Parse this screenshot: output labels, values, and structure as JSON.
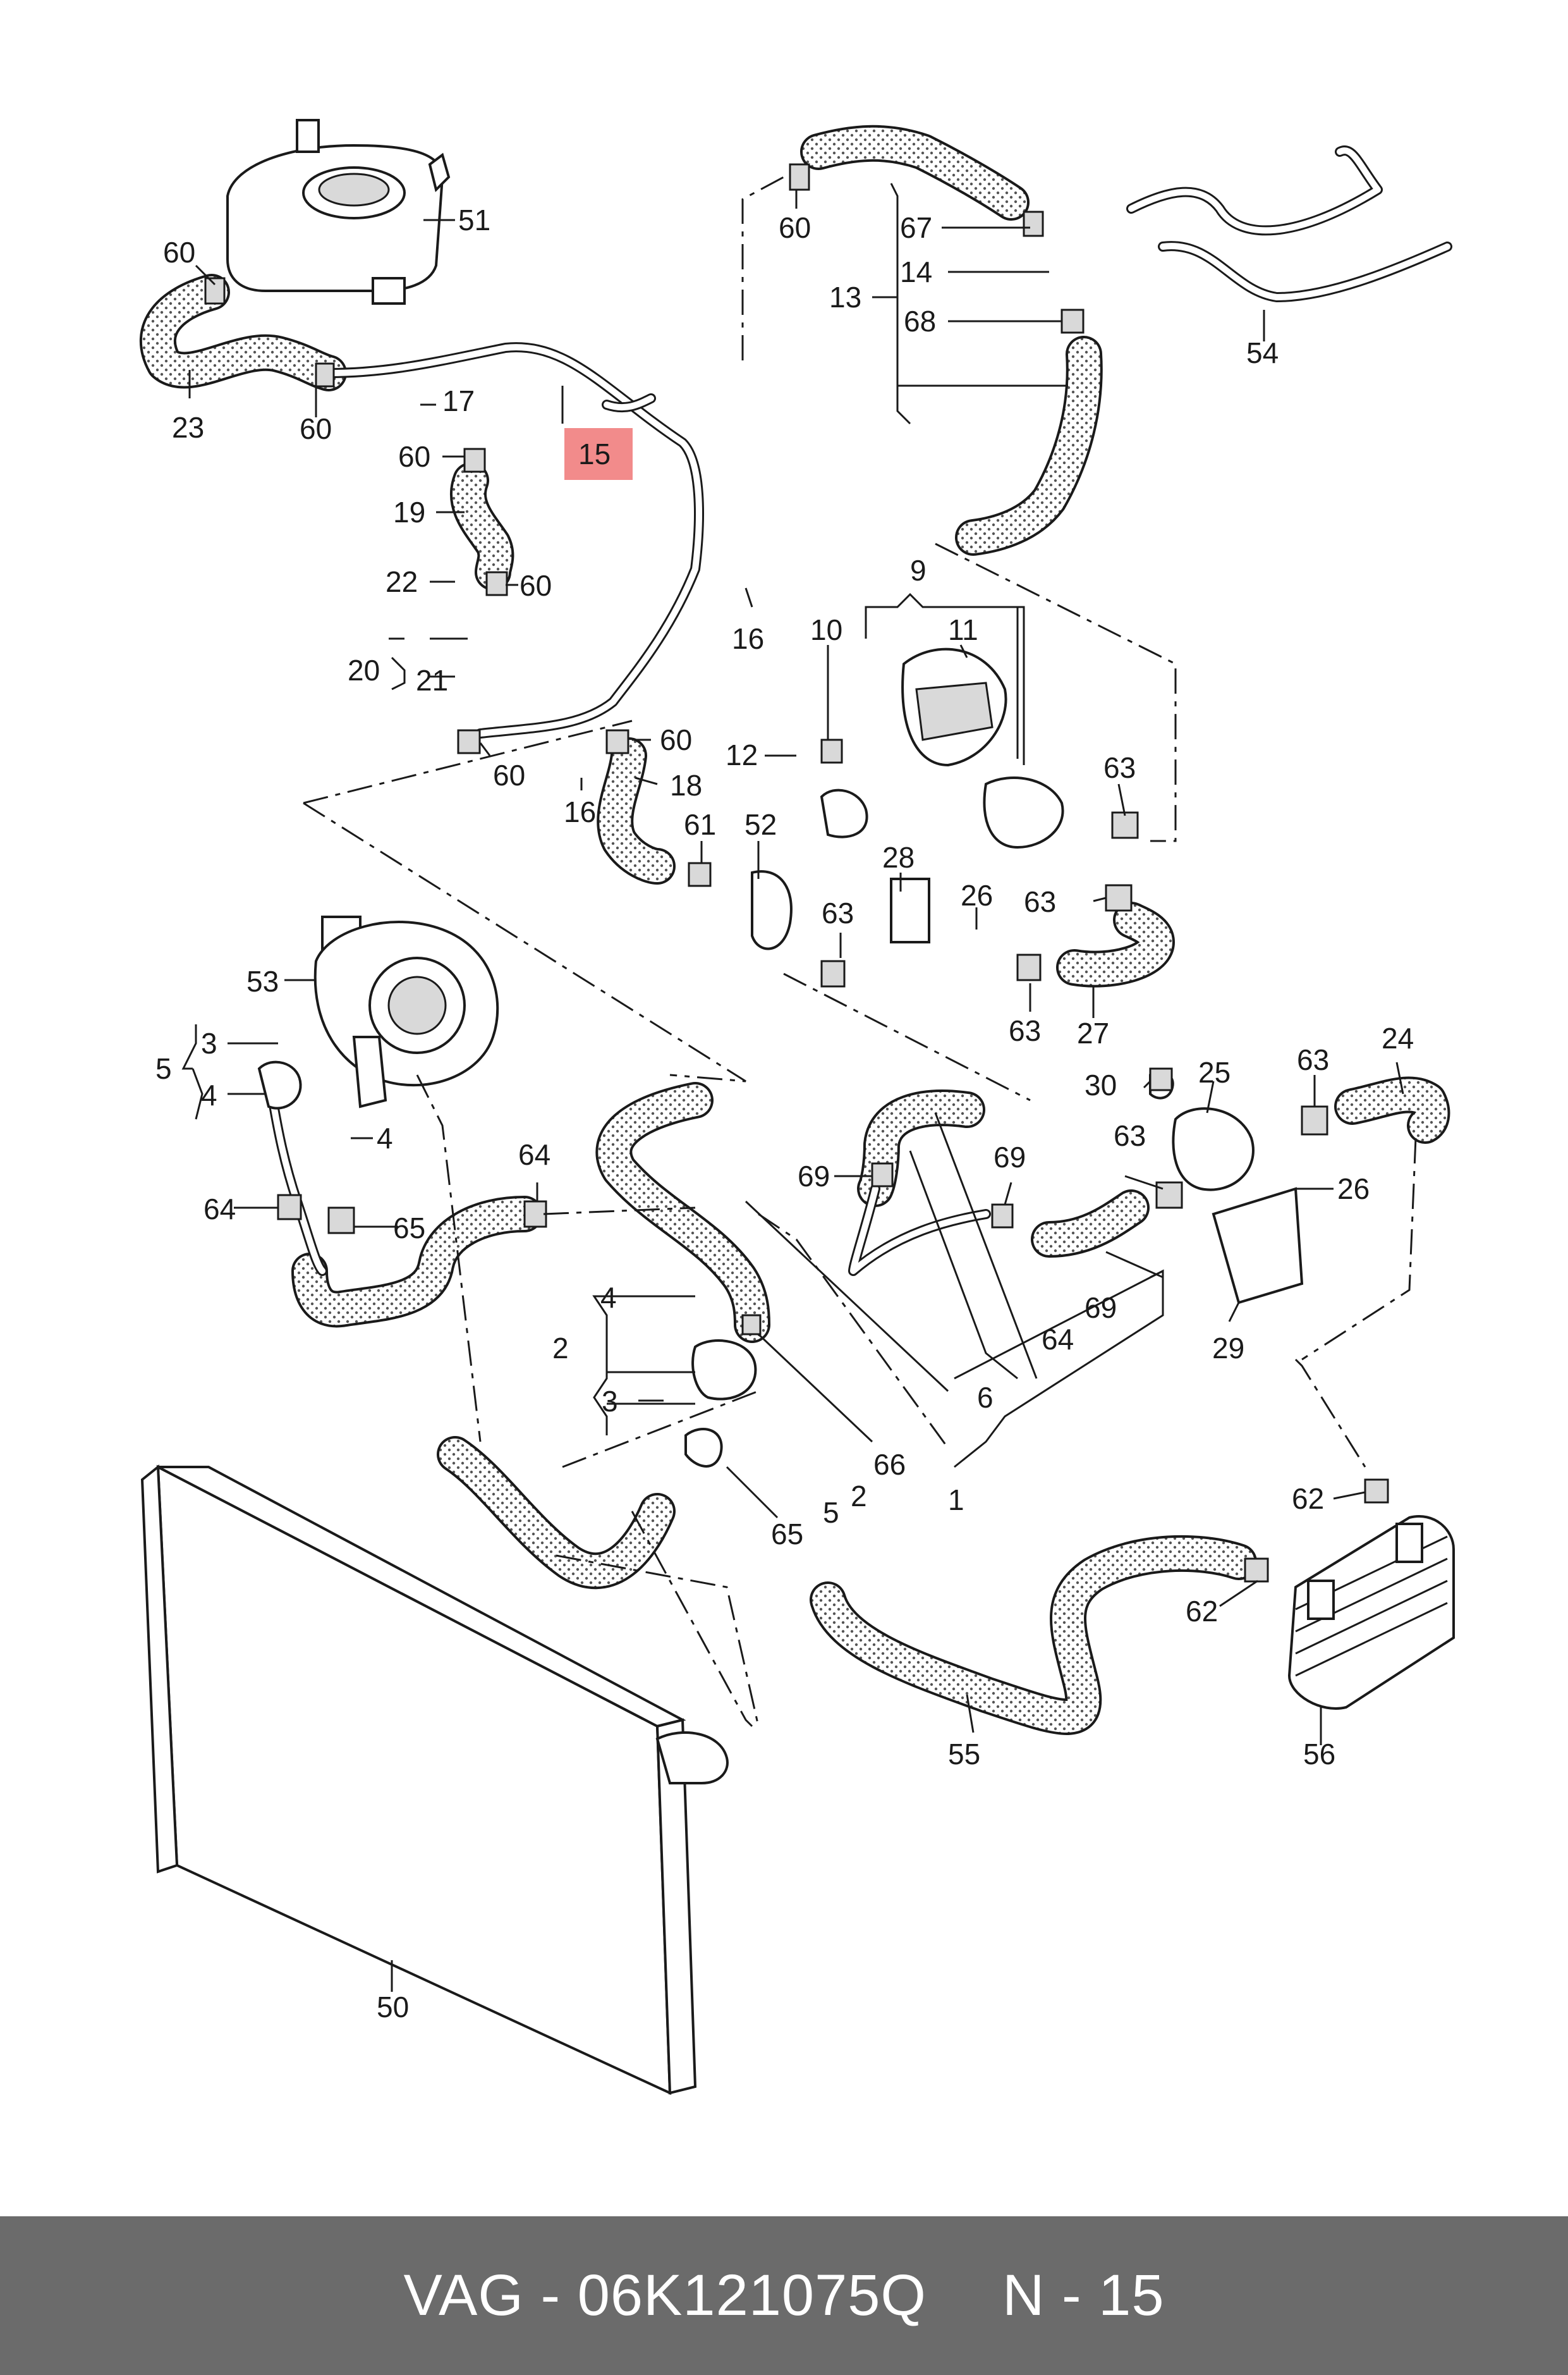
{
  "footer": {
    "part_number": "VAG - 06K121075Q",
    "position": "N - 15",
    "background": "#6b6b6b"
  },
  "highlight": {
    "label": "15",
    "color": "#f28b8b"
  },
  "labels": {
    "l51": "51",
    "l60a": "60",
    "l23": "23",
    "l60b": "60",
    "l17": "17",
    "l15": "15",
    "l60c": "60",
    "l19": "19",
    "l22": "22",
    "l60d": "60",
    "l16a": "16",
    "l20": "20",
    "l21": "21",
    "l60e": "60",
    "l60f": "60",
    "l18": "18",
    "l16b": "16",
    "l60g": "60",
    "l67": "67",
    "l14": "14",
    "l13": "13",
    "l68": "68",
    "l54": "54",
    "l9": "9",
    "l10": "10",
    "l11": "11",
    "l12": "12",
    "l63a": "63",
    "l61": "61",
    "l52": "52",
    "l28": "28",
    "l26a": "26",
    "l63b": "63",
    "l63c": "63",
    "l63d": "63",
    "l27": "27",
    "l53": "53",
    "l3a": "3",
    "l5a": "5",
    "l4a": "4",
    "l4b": "4",
    "l64a": "64",
    "l64b": "64",
    "l65a": "65",
    "l69a": "69",
    "l69b": "69",
    "l30": "30",
    "l25": "25",
    "l63e": "63",
    "l24": "24",
    "l63f": "63",
    "l26b": "26",
    "l29": "29",
    "l69c": "69",
    "l64c": "64",
    "l4c": "4",
    "l2a": "2",
    "l3b": "3",
    "l6": "6",
    "l66": "66",
    "l65b": "65",
    "l5b": "5",
    "l2b": "2",
    "l1": "1",
    "l62a": "62",
    "l62b": "62",
    "l55": "55",
    "l56": "56",
    "l50": "50"
  },
  "icons": {
    "expansion_tank": "expansion-tank-icon",
    "thermostat_housing": "thermostat-housing-icon",
    "radiator": "radiator-icon",
    "oil_cooler": "oil-cooler-icon",
    "coolant_pump": "coolant-pump-icon"
  }
}
